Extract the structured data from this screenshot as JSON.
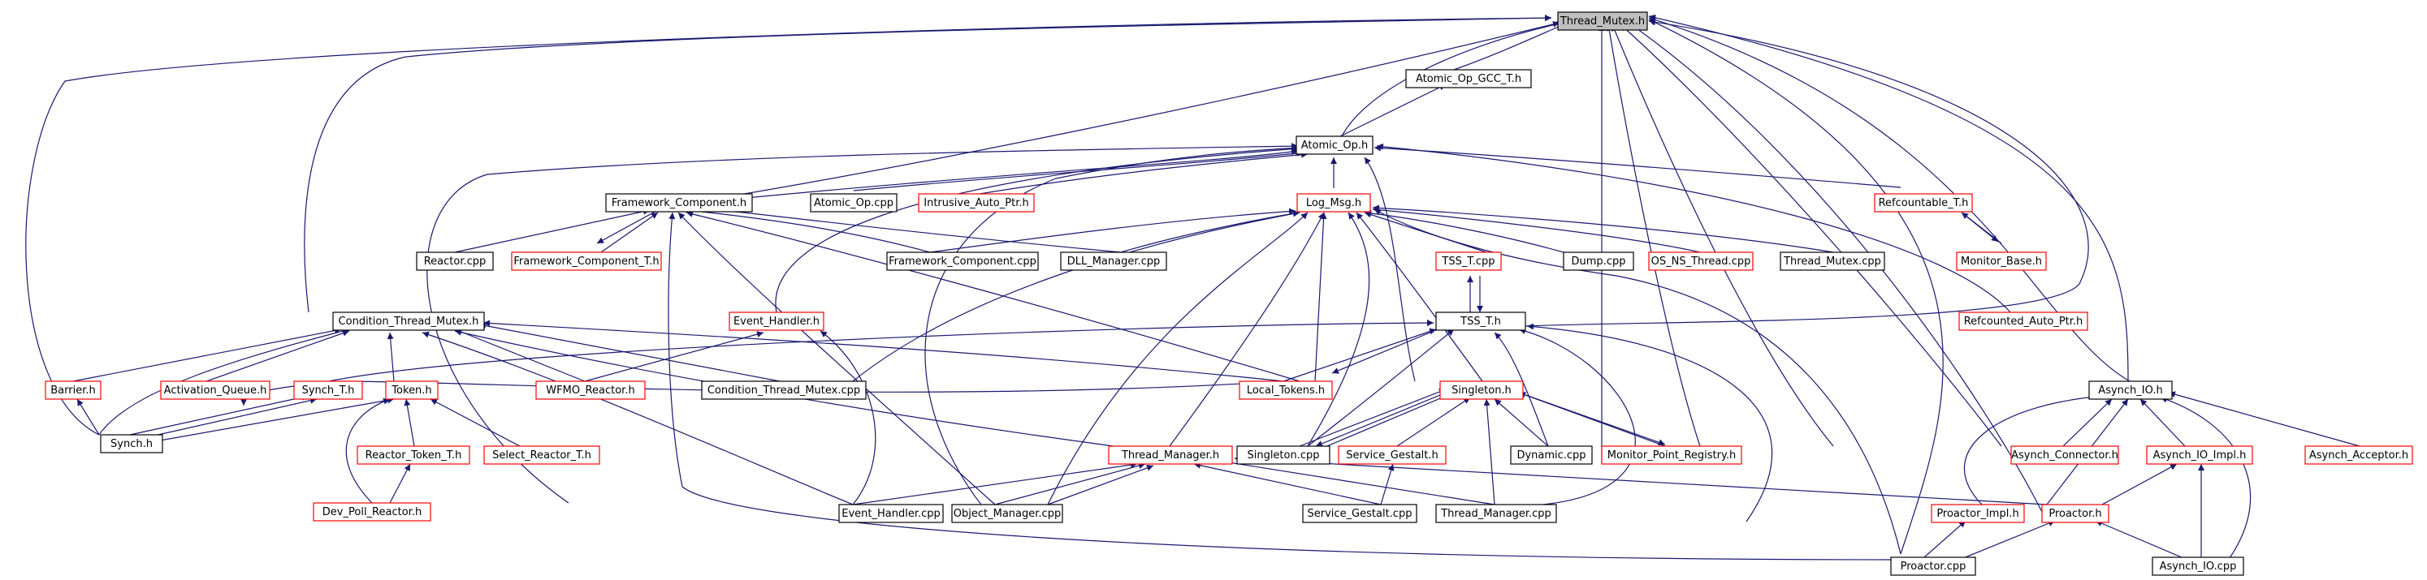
{
  "colors": {
    "edge": "#191970",
    "root_fill": "#bfbfbf",
    "documented_border": "#000000",
    "undocumented_border": "#ff0000",
    "background": "#ffffff"
  },
  "graph": {
    "root": "Thread_Mutex.h",
    "nodes": [
      {
        "id": "thread_mutex_h",
        "label": "Thread_Mutex.h",
        "style": "root"
      },
      {
        "id": "atomic_op_gcc_t_h",
        "label": "Atomic_Op_GCC_T.h",
        "style": "black"
      },
      {
        "id": "atomic_op_h",
        "label": "Atomic_Op.h",
        "style": "black"
      },
      {
        "id": "framework_component_h",
        "label": "Framework_Component.h",
        "style": "black"
      },
      {
        "id": "atomic_op_cpp",
        "label": "Atomic_Op.cpp",
        "style": "black"
      },
      {
        "id": "intrusive_auto_ptr_h",
        "label": "Intrusive_Auto_Ptr.h",
        "style": "red"
      },
      {
        "id": "log_msg_h",
        "label": "Log_Msg.h",
        "style": "red"
      },
      {
        "id": "refcountable_t_h",
        "label": "Refcountable_T.h",
        "style": "red"
      },
      {
        "id": "reactor_cpp",
        "label": "Reactor.cpp",
        "style": "black"
      },
      {
        "id": "framework_component_t_h",
        "label": "Framework_Component_T.h",
        "style": "red"
      },
      {
        "id": "framework_component_cpp",
        "label": "Framework_Component.cpp",
        "style": "black"
      },
      {
        "id": "dll_manager_cpp",
        "label": "DLL_Manager.cpp",
        "style": "black"
      },
      {
        "id": "dump_cpp",
        "label": "Dump.cpp",
        "style": "black"
      },
      {
        "id": "os_ns_thread_cpp",
        "label": "OS_NS_Thread.cpp",
        "style": "red"
      },
      {
        "id": "thread_mutex_cpp",
        "label": "Thread_Mutex.cpp",
        "style": "black"
      },
      {
        "id": "monitor_base_h",
        "label": "Monitor_Base.h",
        "style": "red"
      },
      {
        "id": "tss_t_cpp",
        "label": "TSS_T.cpp",
        "style": "red"
      },
      {
        "id": "condition_thread_mutex_h",
        "label": "Condition_Thread_Mutex.h",
        "style": "black"
      },
      {
        "id": "event_handler_h",
        "label": "Event_Handler.h",
        "style": "red"
      },
      {
        "id": "tss_t_h",
        "label": "TSS_T.h",
        "style": "black"
      },
      {
        "id": "refcounted_auto_ptr_h",
        "label": "Refcounted_Auto_Ptr.h",
        "style": "red"
      },
      {
        "id": "barrier_h",
        "label": "Barrier.h",
        "style": "red"
      },
      {
        "id": "activation_queue_h",
        "label": "Activation_Queue.h",
        "style": "red"
      },
      {
        "id": "synch_t_h",
        "label": "Synch_T.h",
        "style": "red"
      },
      {
        "id": "token_h",
        "label": "Token.h",
        "style": "red"
      },
      {
        "id": "wfmo_reactor_h",
        "label": "WFMO_Reactor.h",
        "style": "red"
      },
      {
        "id": "condition_thread_mutex_cpp",
        "label": "Condition_Thread_Mutex.cpp",
        "style": "black"
      },
      {
        "id": "local_tokens_h",
        "label": "Local_Tokens.h",
        "style": "red"
      },
      {
        "id": "asynch_io_h",
        "label": "Asynch_IO.h",
        "style": "black"
      },
      {
        "id": "singleton_h",
        "label": "Singleton.h",
        "style": "red"
      },
      {
        "id": "synch_h",
        "label": "Synch.h",
        "style": "black"
      },
      {
        "id": "reactor_token_t_h",
        "label": "Reactor_Token_T.h",
        "style": "red"
      },
      {
        "id": "select_reactor_t_h",
        "label": "Select_Reactor_T.h",
        "style": "red"
      },
      {
        "id": "thread_manager_h",
        "label": "Thread_Manager.h",
        "style": "red"
      },
      {
        "id": "singleton_cpp",
        "label": "Singleton.cpp",
        "style": "black"
      },
      {
        "id": "service_gestalt_h",
        "label": "Service_Gestalt.h",
        "style": "red"
      },
      {
        "id": "dynamic_cpp",
        "label": "Dynamic.cpp",
        "style": "black"
      },
      {
        "id": "monitor_point_registry_h",
        "label": "Monitor_Point_Registry.h",
        "style": "red"
      },
      {
        "id": "asynch_connector_h",
        "label": "Asynch_Connector.h",
        "style": "red"
      },
      {
        "id": "asynch_io_impl_h",
        "label": "Asynch_IO_Impl.h",
        "style": "red"
      },
      {
        "id": "asynch_acceptor_h",
        "label": "Asynch_Acceptor.h",
        "style": "red"
      },
      {
        "id": "dev_poll_reactor_h",
        "label": "Dev_Poll_Reactor.h",
        "style": "red"
      },
      {
        "id": "event_handler_cpp",
        "label": "Event_Handler.cpp",
        "style": "black"
      },
      {
        "id": "object_manager_cpp",
        "label": "Object_Manager.cpp",
        "style": "black"
      },
      {
        "id": "service_gestalt_cpp",
        "label": "Service_Gestalt.cpp",
        "style": "black"
      },
      {
        "id": "thread_manager_cpp",
        "label": "Thread_Manager.cpp",
        "style": "black"
      },
      {
        "id": "proactor_impl_h",
        "label": "Proactor_Impl.h",
        "style": "red"
      },
      {
        "id": "proactor_h",
        "label": "Proactor.h",
        "style": "red"
      },
      {
        "id": "proactor_cpp",
        "label": "Proactor.cpp",
        "style": "black"
      },
      {
        "id": "asynch_io_cpp",
        "label": "Asynch_IO.cpp",
        "style": "black"
      }
    ]
  }
}
